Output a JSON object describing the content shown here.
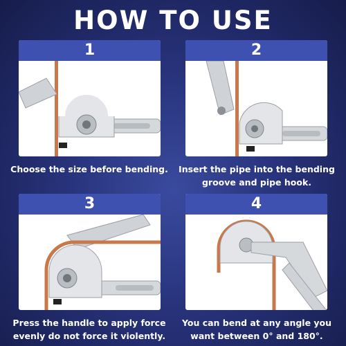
{
  "title": "HOW TO USE",
  "steps": [
    {
      "number": "1",
      "caption": "Choose the size before bending."
    },
    {
      "number": "2",
      "caption": "Insert the pipe into the bending groove and pipe hook."
    },
    {
      "number": "3",
      "caption": "Press the handle to apply force evenly do not force it violently."
    },
    {
      "number": "4",
      "caption": "You can bend at any angle you want between 0° and 180°."
    }
  ]
}
